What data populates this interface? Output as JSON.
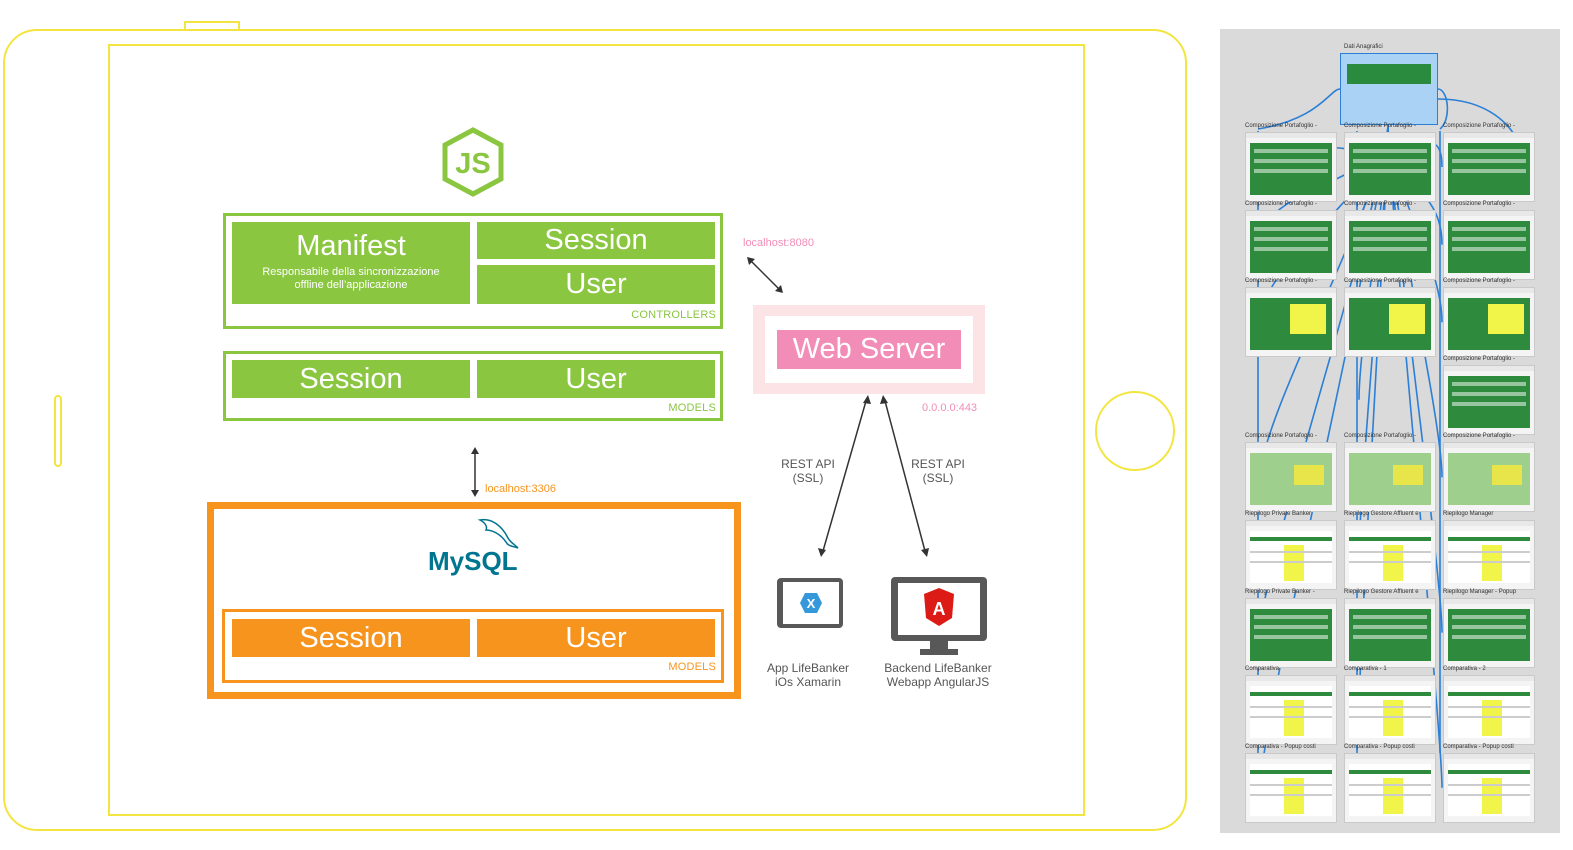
{
  "node": {
    "logo_text": "JS",
    "controllers": {
      "manifest_title": "Manifest",
      "manifest_desc_1": "Responsabile della sincronizzazione",
      "manifest_desc_2": "offline dell’applicazione",
      "session": "Session",
      "user": "User",
      "caption": "CONTROLLERS"
    },
    "models": {
      "session": "Session",
      "user": "User",
      "caption": "MODELS"
    }
  },
  "db_link": "localhost:3306",
  "mysql": {
    "logo": "MySQL",
    "session": "Session",
    "user": "User",
    "caption": "MODELS"
  },
  "web_server": {
    "title": "Web Server",
    "local_addr": "localhost:8080",
    "bind_addr": "0.0.0.0:443"
  },
  "clients": {
    "rest_1": "REST API",
    "ssl_1": "(SSL)",
    "rest_2": "REST API",
    "ssl_2": "(SSL)",
    "app_line1": "App LifeBanker",
    "app_line2": "iOs Xamarin",
    "backend_line1": "Backend LifeBanker",
    "backend_line2": "Webapp AngularJS",
    "xamarin_icon": "X",
    "angular_icon": "A"
  },
  "panel": {
    "top": "Dati Anagrafici",
    "rows": [
      [
        "Composizione Portafoglio -",
        "Composizione Portafoglio -",
        "Composizione Portafoglio -"
      ],
      [
        "Composizione Portafoglio -",
        "Composizione Portafoglio -",
        "Composizione Portafoglio -"
      ],
      [
        "Composizione Portafoglio -",
        "Composizione Portafoglio -",
        "Composizione Portafoglio -"
      ],
      [
        "",
        "",
        "Composizione Portafoglio -"
      ],
      [
        "Composizione Portafoglio -",
        "Composizione Portafoglio -",
        "Composizione Portafoglio -"
      ],
      [
        "Riepilogo Private Banker",
        "Riepilogo Gestore Affluent e",
        "Riepilogo Manager"
      ],
      [
        "Riepilogo Private Banker -",
        "Riepilogo Gestore Affluent e",
        "Riepilogo Manager - Popup"
      ],
      [
        "Comparativa",
        "Comparativa - 1",
        "Comparativa - 2"
      ],
      [
        "Comparativa - Popup costi",
        "Comparativa - Popup costi",
        "Comparativa - Popup costi"
      ]
    ]
  },
  "colors": {
    "frame": "#f3e53f",
    "node_green": "#8ac640",
    "mysql_orange": "#f7941d",
    "web_pink": "#f18db6",
    "flow_blue": "#2b7fd6"
  }
}
